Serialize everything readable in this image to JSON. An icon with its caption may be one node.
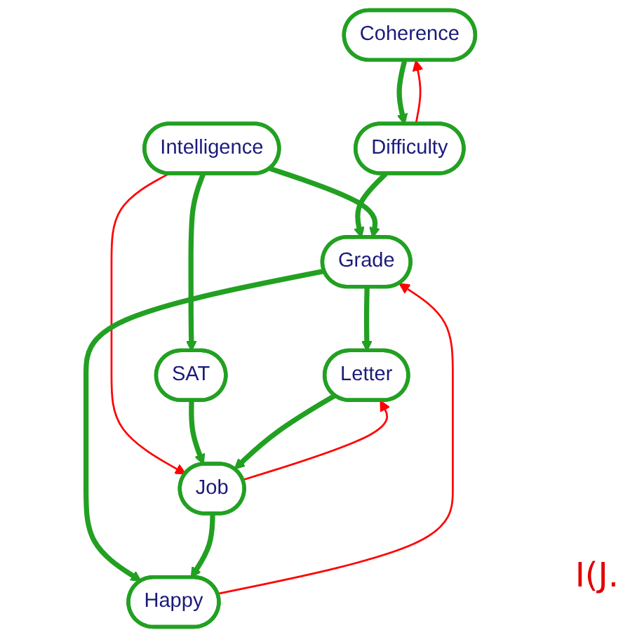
{
  "diagram": {
    "nodes": [
      {
        "text": [
          "Coherence"
        ]
      },
      {
        "text": [
          "Difficulty"
        ]
      },
      {
        "text": [
          "Intelligence"
        ]
      },
      {
        "text": [
          "Grade"
        ]
      },
      {
        "text": [
          "SAT"
        ]
      },
      {
        "text": [
          "Letter"
        ]
      },
      {
        "text": [
          "Job"
        ]
      },
      {
        "text": [
          "Happy"
        ]
      }
    ],
    "edges": [
      {
        "from": 0,
        "to": 1,
        "arrow": "to"
      },
      {
        "from": 1,
        "to": 0,
        "arrow": "to",
        "color": "#ff0000"
      },
      {
        "from": 1,
        "to": 3,
        "arrow": "to"
      },
      {
        "from": 2,
        "to": 3,
        "arrow": "to"
      },
      {
        "from": 2,
        "to": 4,
        "arrow": "to"
      },
      {
        "from": 2,
        "to": 6,
        "arrow": "to",
        "color": "#ff0000"
      },
      {
        "from": 3,
        "to": 5,
        "arrow": "to"
      },
      {
        "from": 3,
        "to": 7,
        "arrow": "to"
      },
      {
        "from": 7,
        "to": 3,
        "arrow": "to",
        "color": "#ff0000"
      },
      {
        "from": 4,
        "to": 6,
        "arrow": "to"
      },
      {
        "from": 5,
        "to": 6,
        "arrow": "to"
      },
      {
        "from": 6,
        "to": 5,
        "arrow": "to",
        "color": "#ff0000"
      },
      {
        "from": 6,
        "to": 7,
        "arrow": "to"
      }
    ],
    "labels": [
      "I(J."
    ]
  }
}
